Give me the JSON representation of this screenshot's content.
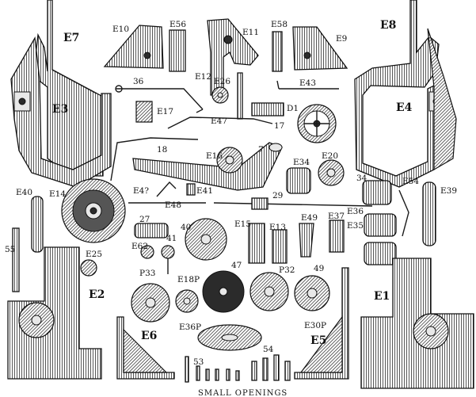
{
  "labels": {
    "E7": "E7",
    "E8": "E8",
    "E10": "E10",
    "E56": "E56",
    "E11": "E11",
    "E58": "E58",
    "E9": "E9",
    "E3": "E3",
    "E4": "E4",
    "n36": "36",
    "E12": "E12",
    "E26": "E26",
    "E43": "E43",
    "E17": "E17",
    "D1": "D1",
    "E47": "E47",
    "n17": "17",
    "n18": "18",
    "n7": "7",
    "E16": "E16",
    "E34": "E34",
    "E20": "E20",
    "E42": "E4?",
    "E41": "E41",
    "E40": "E40",
    "E14": "E14",
    "n34": "34",
    "E54": "E54",
    "E39": "E39",
    "E48": "E48",
    "n29": "29",
    "n27": "27",
    "n40": "40",
    "E15": "E15",
    "E13": "E13",
    "E49": "E49",
    "E37": "E37",
    "E36": "E36",
    "E35": "E35",
    "n55": "55",
    "E62": "E62",
    "n41": "41",
    "E25": "E25",
    "P33": "P33",
    "E18P": "E18P",
    "n47": "47",
    "P32": "P32",
    "n49": "49",
    "E2": "E2",
    "E1": "E1",
    "E30P": "E30P",
    "E36P": "E36P",
    "E6": "E6",
    "E5": "E5",
    "n53": "53",
    "n54": "54"
  },
  "caption": "SMALL OPENINGS"
}
